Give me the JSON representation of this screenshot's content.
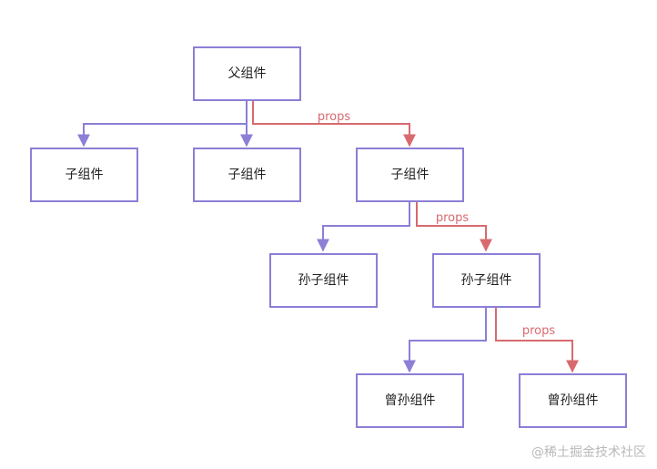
{
  "colors": {
    "node_border": "#8b7fd6",
    "normal_edge": "#8b7fd6",
    "props_edge": "#d86a6f",
    "text": "#1f1f1f",
    "watermark": "#b9b9b9"
  },
  "nodes": {
    "parent": "父组件",
    "child_left": "子组件",
    "child_middle": "子组件",
    "child_right": "子组件",
    "grandchild_left": "孙子组件",
    "grandchild_right": "孙子组件",
    "great_grandchild_left": "曾孙组件",
    "great_grandchild_right": "曾孙组件"
  },
  "edges": {
    "props_label_1": "props",
    "props_label_2": "props",
    "props_label_3": "props"
  },
  "watermark": "@稀土掘金技术社区"
}
